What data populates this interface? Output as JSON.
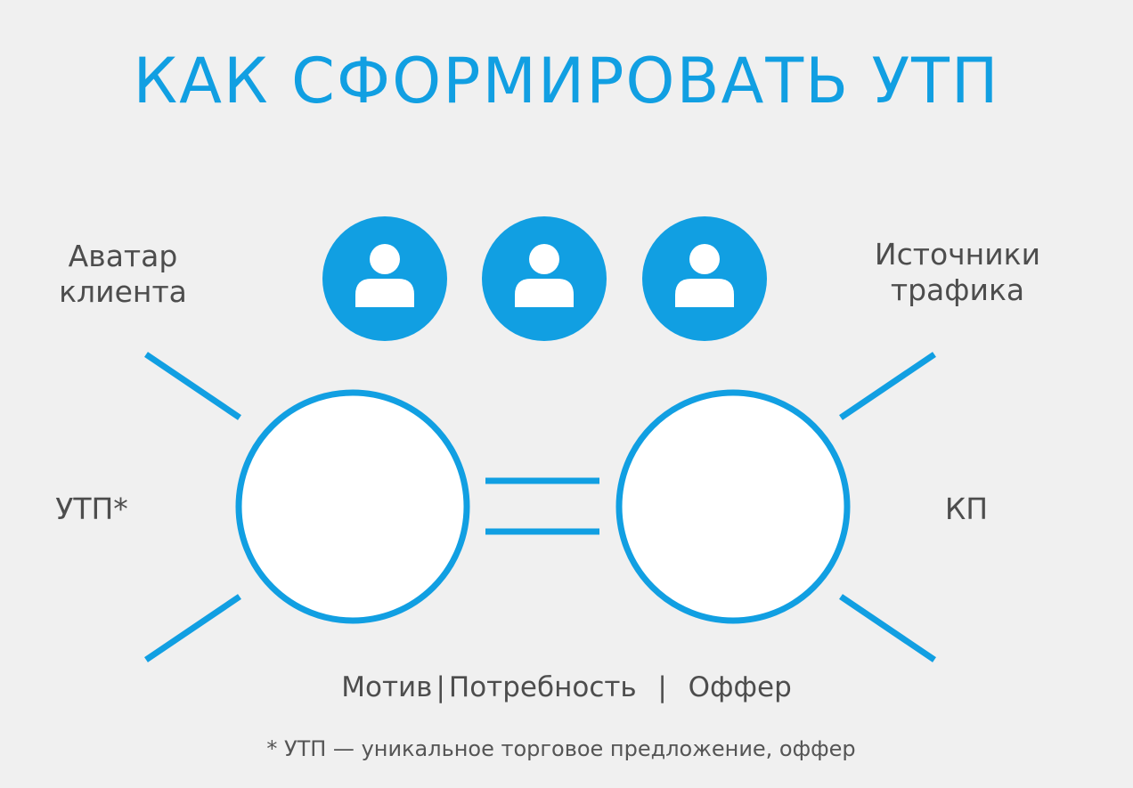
{
  "title": "КАК СФОРМИРОВАТЬ УТП",
  "labels": {
    "avatar_line1": "Аватар",
    "avatar_line2": "клиента",
    "sources_line1": "Источники",
    "sources_line2": "трафика",
    "utp": "УТП*",
    "kp": "КП"
  },
  "bottom": {
    "motive": "Мотив",
    "need": "Потребность",
    "offer": "Оффер",
    "separator": "|"
  },
  "footnote": "* УТП — уникальное торговое предложение, оффер",
  "colors": {
    "accent": "#119fe2",
    "text": "#4d4d4d",
    "background": "#f0f0f0",
    "circle_fill": "#ffffff"
  },
  "icons": [
    "user-icon",
    "user-icon",
    "user-icon"
  ]
}
